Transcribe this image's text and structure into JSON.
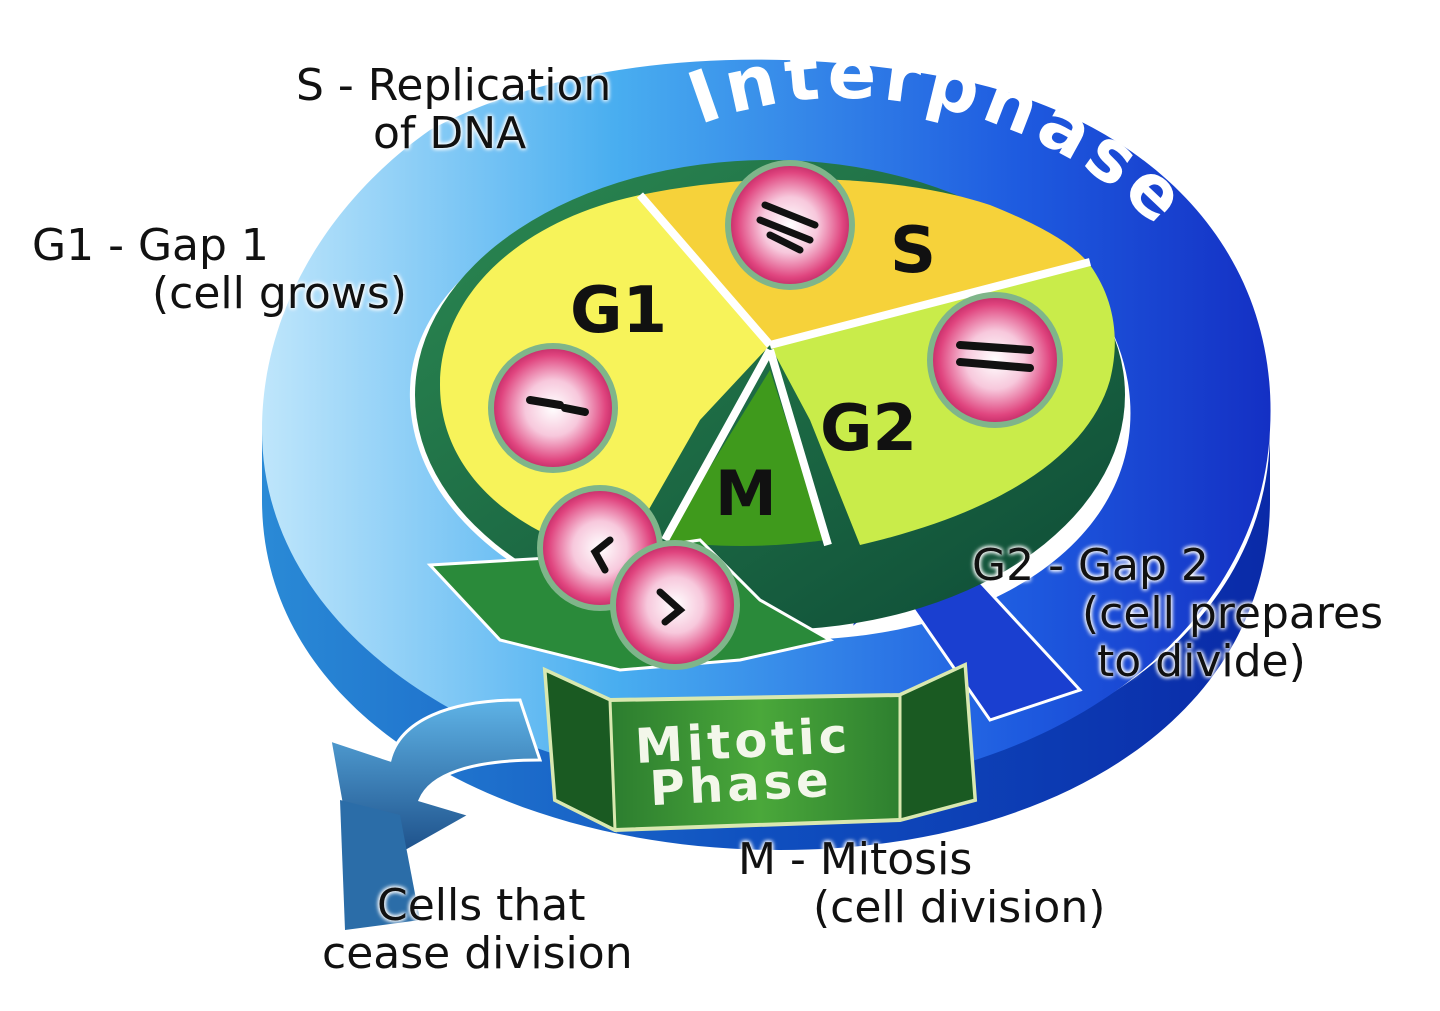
{
  "interphase": {
    "title": "Interphase"
  },
  "mitotic_phase": {
    "line1": "Mitotic",
    "line2": "Phase"
  },
  "segments": {
    "g1": "G1",
    "s": "S",
    "g2": "G2",
    "m": "M"
  },
  "callouts": {
    "s": {
      "line1": "S - Replication",
      "line2": "of DNA"
    },
    "g1": {
      "line1": "G1 - Gap 1",
      "line2": "(cell grows)"
    },
    "g2": {
      "line1": "G2 - Gap 2",
      "line2": "(cell prepares",
      "line3": "to divide)"
    },
    "m": {
      "line1": "M - Mitosis",
      "line2": "(cell division)"
    },
    "cease": {
      "line1": "Cells that",
      "line2": "cease division"
    }
  },
  "colors": {
    "ring_blue_dark": "#1a3fd0",
    "ring_blue_light": "#8fd2f5",
    "g1_yellow": "#f7f35a",
    "s_yellow": "#f6d23a",
    "g2_green": "#c9ec4a",
    "m_green": "#3f9a1c",
    "disk_dark_green": "#1d6b4a",
    "cell_pink": "#e0457f",
    "banner_green": "#2f8a2a"
  }
}
